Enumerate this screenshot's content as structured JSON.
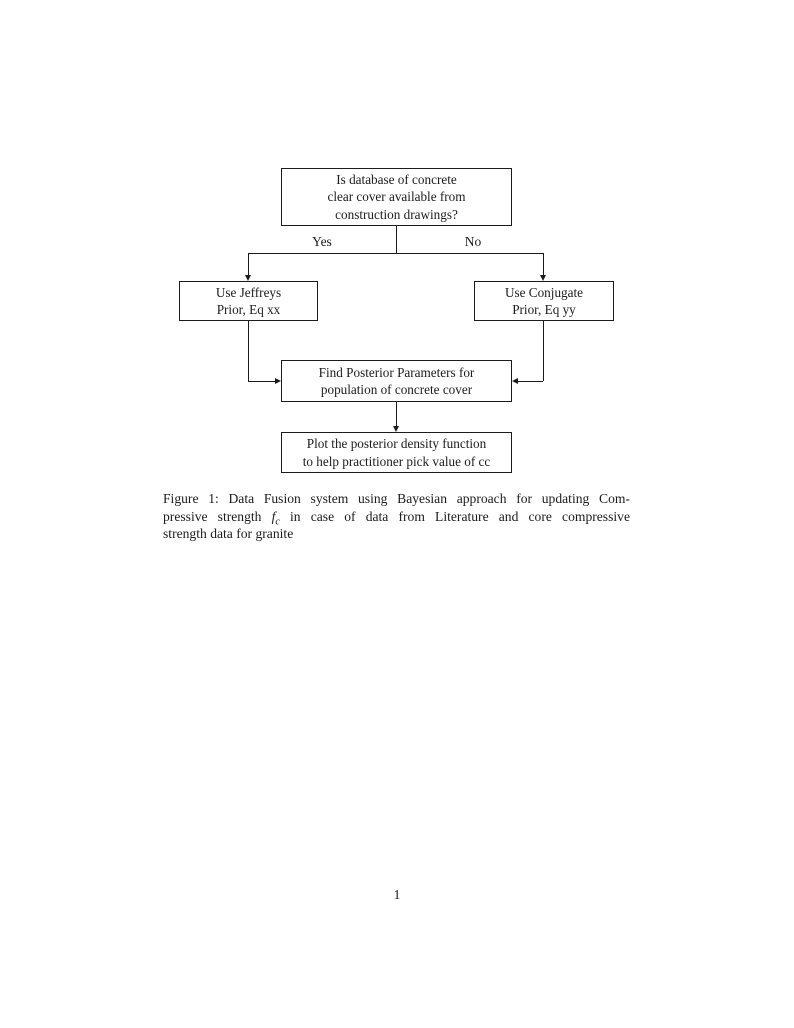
{
  "figure": {
    "flowchart": {
      "nodes": {
        "question": {
          "lines": [
            "Is database of concrete",
            "clear cover available from",
            "construction drawings?"
          ]
        },
        "jeffreys": {
          "lines": [
            "Use Jeffreys",
            "Prior, Eq xx"
          ]
        },
        "conjugate": {
          "lines": [
            "Use Conjugate",
            "Prior, Eq yy"
          ]
        },
        "posterior": {
          "lines": [
            "Find Posterior Parameters for",
            "population of concrete cover"
          ]
        },
        "plot": {
          "lines": [
            "Plot the posterior density function",
            "to help practitioner pick value of cc"
          ]
        }
      },
      "branch_labels": {
        "yes": "Yes",
        "no": "No"
      },
      "edges": [
        {
          "from": "question",
          "to": "jeffreys",
          "label": "Yes"
        },
        {
          "from": "question",
          "to": "conjugate",
          "label": "No"
        },
        {
          "from": "jeffreys",
          "to": "posterior",
          "label": ""
        },
        {
          "from": "conjugate",
          "to": "posterior",
          "label": ""
        },
        {
          "from": "posterior",
          "to": "plot",
          "label": ""
        }
      ]
    },
    "caption": {
      "line1": "Figure 1: Data Fusion system using Bayesian approach for updating Com-",
      "line2_prefix": "pressive strength ",
      "line2_math_base": "f",
      "line2_math_sub": "c",
      "line2_suffix": " in case of data from Literature and core compressive",
      "line3": "strength data for granite"
    }
  },
  "page": {
    "number": "1"
  },
  "colors": {
    "ink": "#1b1b1b",
    "page_background": "#ffffff"
  }
}
